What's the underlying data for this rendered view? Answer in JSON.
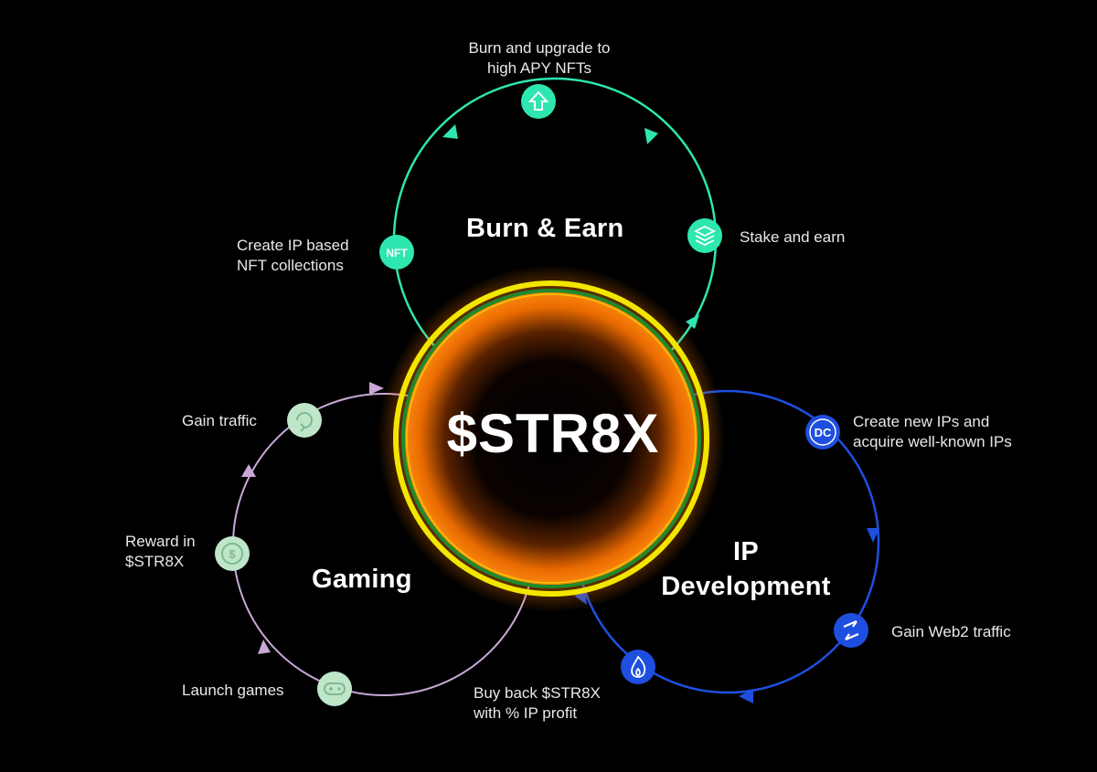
{
  "center": {
    "label": "$STR8X"
  },
  "colors": {
    "burn": "#2ee6b0",
    "ip": "#1f4fe0",
    "gaming": "#c9a8d8",
    "ring_outer": "#f2e600",
    "ring_inner": "#1f8a2a",
    "glow": "#ff7a00"
  },
  "cycles": {
    "burn": {
      "title": "Burn & Earn",
      "steps": [
        {
          "icon": "upgrade-arrow-icon",
          "lines": [
            "Burn and upgrade to",
            "high APY NFTs"
          ]
        },
        {
          "icon": "layers-stack-icon",
          "lines": [
            "Stake and earn"
          ]
        },
        {
          "icon": "nft-badge-icon",
          "badge": "NFT",
          "lines": [
            "Create IP based",
            "NFT collections"
          ]
        }
      ]
    },
    "ip": {
      "title_lines": [
        "IP",
        "Development"
      ],
      "steps": [
        {
          "icon": "dc-logo-icon",
          "badge": "DC",
          "lines": [
            "Create new IPs and",
            "acquire well-known IPs"
          ]
        },
        {
          "icon": "exchange-arrows-icon",
          "lines": [
            "Gain Web2 traffic"
          ]
        },
        {
          "icon": "flame-icon",
          "lines": [
            "Buy back $STR8X",
            "with % IP profit"
          ]
        }
      ]
    },
    "gaming": {
      "title": "Gaming",
      "steps": [
        {
          "icon": "traffic-cycle-icon",
          "lines": [
            "Gain traffic"
          ]
        },
        {
          "icon": "coin-dollar-icon",
          "lines": [
            "Reward in",
            "$STR8X"
          ]
        },
        {
          "icon": "gamepad-icon",
          "lines": [
            "Launch games"
          ]
        }
      ]
    }
  }
}
